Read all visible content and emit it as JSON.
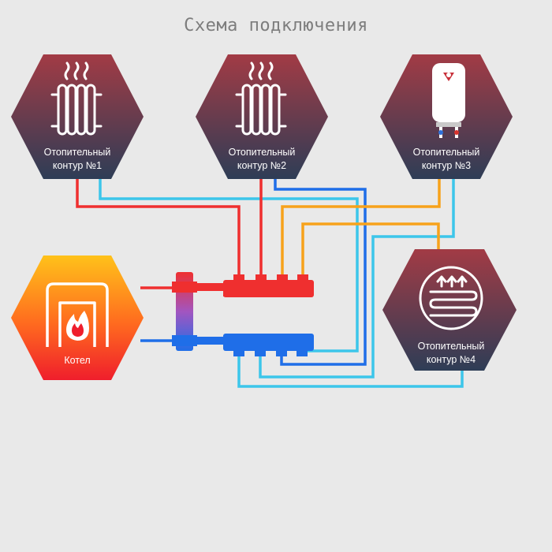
{
  "title": "Схема подключения",
  "nodes": {
    "circuit1": {
      "line1": "Отопительный",
      "line2": "контур №1",
      "icon": "radiator-icon"
    },
    "circuit2": {
      "line1": "Отопительный",
      "line2": "контур №2",
      "icon": "radiator-icon"
    },
    "circuit3": {
      "line1": "Отопительный",
      "line2": "контур №3",
      "icon": "water-heater-icon"
    },
    "circuit4": {
      "line1": "Отопительный",
      "line2": "контур №4",
      "icon": "underfloor-heating-icon"
    },
    "boiler": {
      "label": "Котел",
      "icon": "boiler-fire-icon"
    }
  },
  "colors": {
    "background": "#e9e9e9",
    "hex_top": "#a23b45",
    "hex_bottom": "#2e3d56",
    "boiler_top": "#ffc21a",
    "boiler_bottom": "#ef1e2c",
    "supply_hot": "#ef2f2f",
    "supply_warm": "#f7a21b",
    "return_cold": "#1f6ee8",
    "return_cyan": "#3cc6ea"
  }
}
